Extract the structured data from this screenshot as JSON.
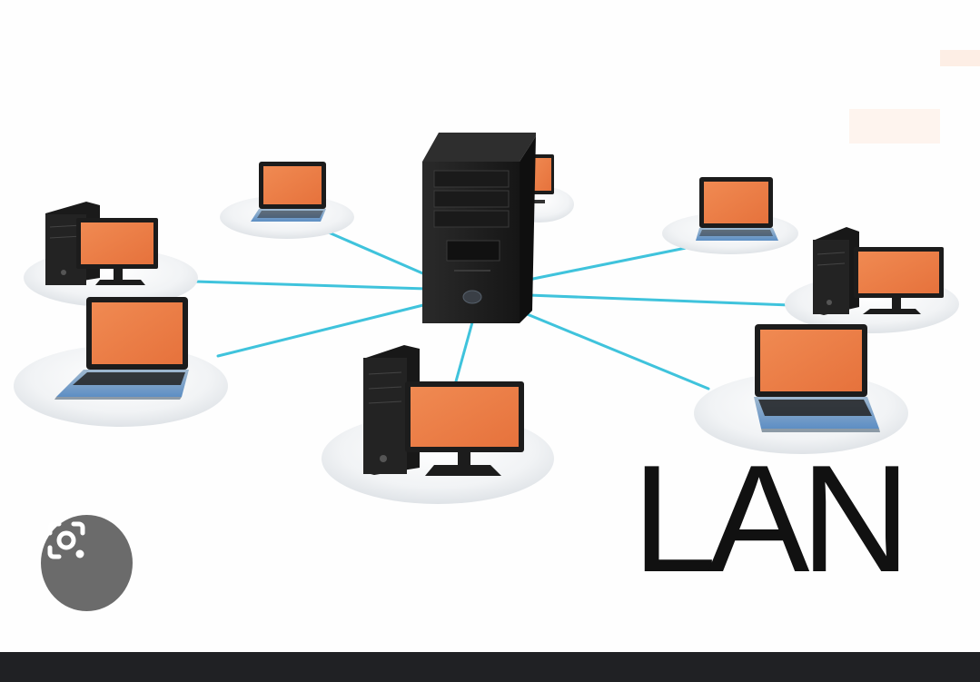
{
  "diagram": {
    "label": "LAN",
    "colors": {
      "link": "#3fc3dc",
      "screen": "#ec7b45",
      "device_body": "#1c1c1c",
      "platform": "#eef1f3",
      "laptop_base": "#6f9fd0",
      "text": "#111111"
    },
    "hub": {
      "type": "server-tower-icon"
    },
    "nodes": [
      {
        "type": "laptop",
        "name": "laptop-top-left"
      },
      {
        "type": "desktop",
        "name": "desktop-left"
      },
      {
        "type": "laptop",
        "name": "laptop-left"
      },
      {
        "type": "desktop",
        "name": "desktop-bottom"
      },
      {
        "type": "desktop",
        "name": "desktop-top-behind-server"
      },
      {
        "type": "laptop",
        "name": "laptop-top-right"
      },
      {
        "type": "desktop",
        "name": "desktop-right"
      },
      {
        "type": "laptop",
        "name": "laptop-right"
      }
    ]
  },
  "controls": {
    "lens_icon": "google-lens-camera-icon",
    "bottom_bar_color": "#202124"
  }
}
